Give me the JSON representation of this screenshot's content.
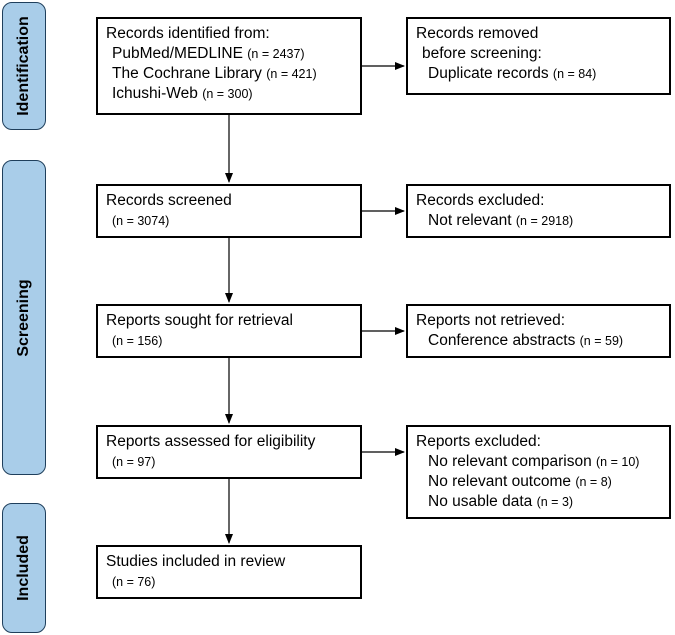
{
  "phases": {
    "identification": "Identification",
    "screening": "Screening",
    "included": "Included"
  },
  "boxes": {
    "identified": {
      "title": "Records identified from:",
      "items": [
        {
          "label": "PubMed/MEDLINE",
          "n": "(n = 2437)"
        },
        {
          "label": "The Cochrane Library",
          "n": "(n = 421)"
        },
        {
          "label": "Ichushi-Web",
          "n": "(n = 300)"
        }
      ]
    },
    "removed": {
      "title": "Records removed",
      "subtitle": "before screening:",
      "items": [
        {
          "label": "Duplicate records",
          "n": "(n = 84)"
        }
      ]
    },
    "screened": {
      "title": "Records screened",
      "n": "(n = 3074)"
    },
    "excluded": {
      "title": "Records excluded:",
      "items": [
        {
          "label": "Not relevant",
          "n": "(n = 2918)"
        }
      ]
    },
    "sought": {
      "title": "Reports sought for retrieval",
      "n": "(n = 156)"
    },
    "not_retrieved": {
      "title": "Reports not retrieved:",
      "items": [
        {
          "label": "Conference abstracts",
          "n": "(n = 59)"
        }
      ]
    },
    "assessed": {
      "title": "Reports assessed for eligibility",
      "n": "(n = 97)"
    },
    "reports_excluded": {
      "title": "Reports excluded:",
      "items": [
        {
          "label": "No relevant comparison",
          "n": "(n = 10)"
        },
        {
          "label": "No relevant outcome",
          "n": "(n = 8)"
        },
        {
          "label": "No usable data",
          "n": "(n = 3)"
        }
      ]
    },
    "included": {
      "title": "Studies included in review",
      "n": "(n = 76)"
    }
  },
  "colors": {
    "phase_fill": "#a9cde9",
    "phase_border": "#1f3f5c",
    "box_border": "#000000"
  }
}
